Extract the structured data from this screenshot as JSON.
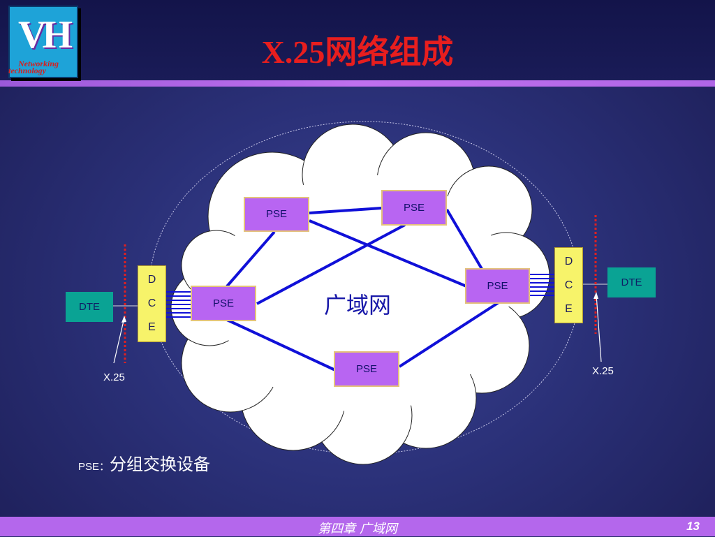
{
  "slide": {
    "title": "X.25网络组成",
    "logo_text": "VH",
    "logo_tagline_1": "Networking",
    "logo_tagline_2": "technology"
  },
  "diagram": {
    "cloud_label": "广域网",
    "pse_nodes": [
      "PSE",
      "PSE",
      "PSE",
      "PSE",
      "PSE"
    ],
    "dte_left": "DTE",
    "dte_right": "DTE",
    "dce_letters": [
      "D",
      "C",
      "E"
    ],
    "x25_left": "X.25",
    "x25_right": "X.25"
  },
  "legend": {
    "key": "PSE：",
    "value": "分组交换设备"
  },
  "footer": {
    "chapter": "第四章  广域网",
    "page": "13"
  },
  "colors": {
    "title": "#e81e1e",
    "pse_fill": "#b865f2",
    "dce_fill": "#f7f36a",
    "dte_fill": "#0aa394",
    "link": "#1010d8",
    "footer_bar": "#b467ec"
  }
}
